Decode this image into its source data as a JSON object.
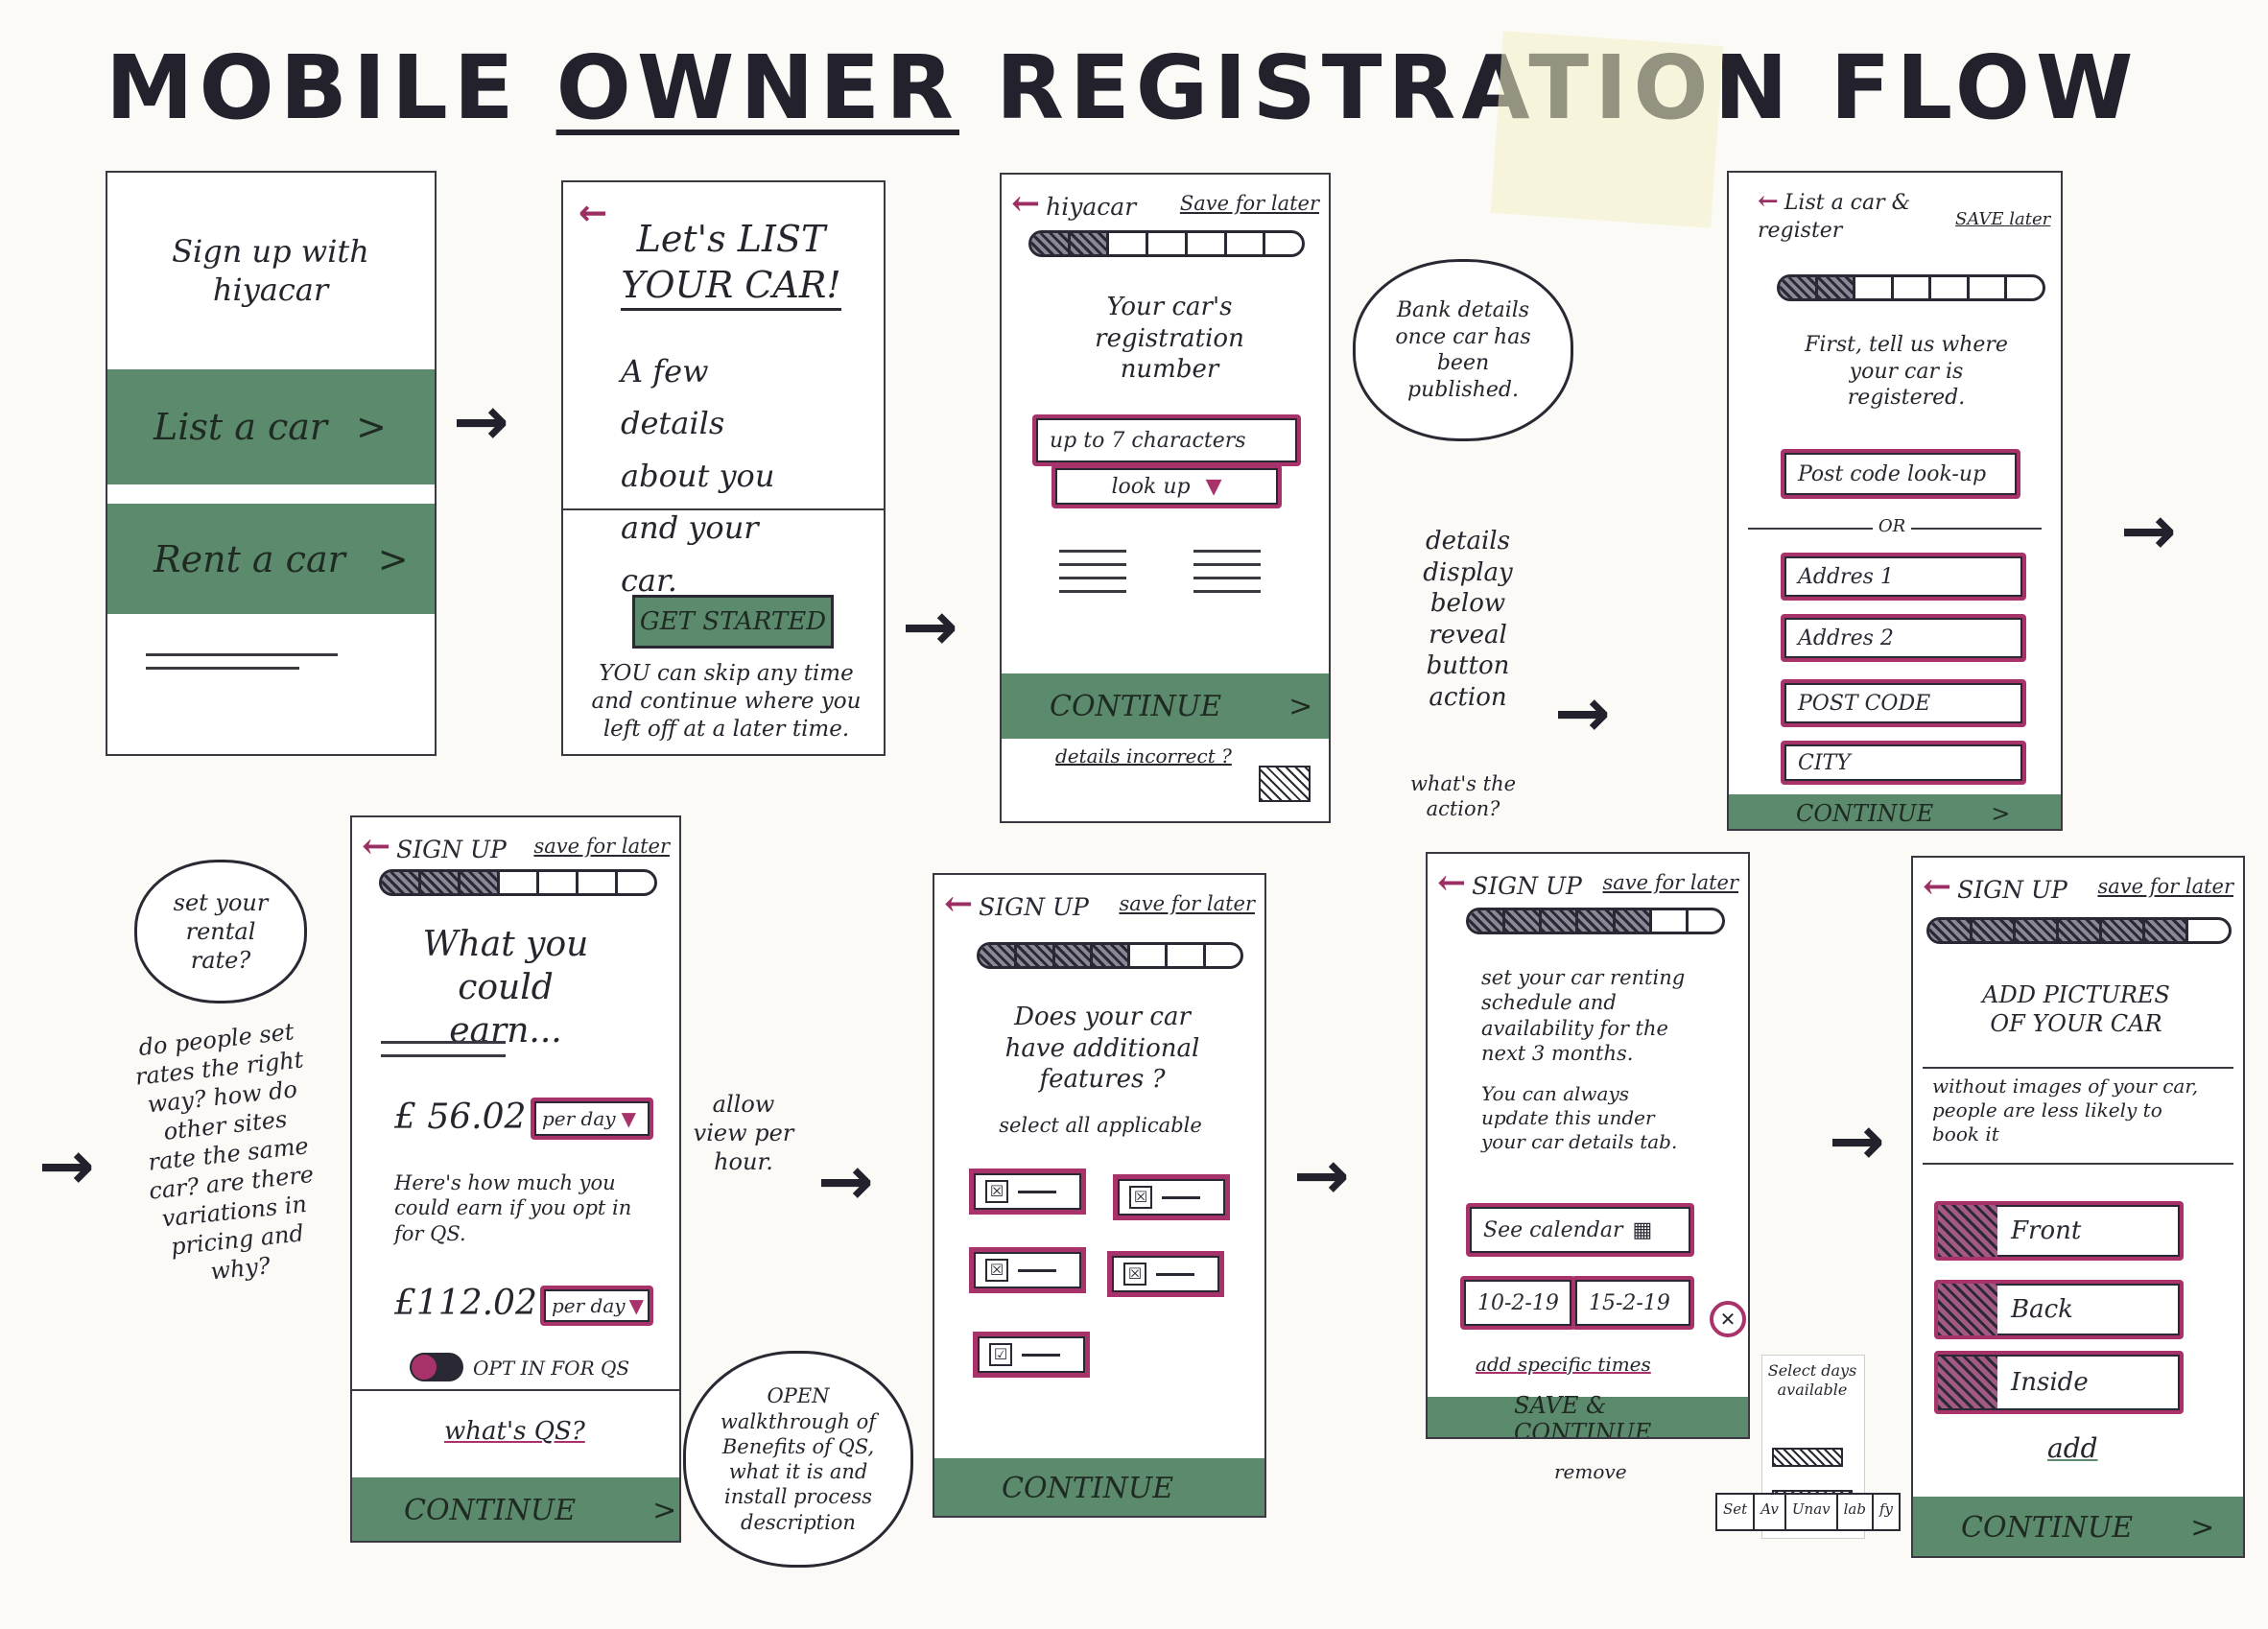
{
  "title": {
    "pre": "MOBILE ",
    "owner": "OWNER",
    "post": " REGISTRATION FLOW"
  },
  "colors": {
    "green": "#5c8a6c",
    "pink": "#a8336b",
    "ink": "#2a2833"
  },
  "screen1": {
    "text": "Sign up with hiyacar",
    "list_btn": "List a car",
    "rent_btn": "Rent a car",
    "chevron": ">"
  },
  "screen2": {
    "heading": "Let's LIST YOUR CAR!",
    "body": "A few details about you and your car.",
    "button": "GET STARTED",
    "footer": "YOU can skip any time and continue where you left off at a later time."
  },
  "screen3": {
    "back": "hiyacar",
    "save": "Save for later",
    "label": "Your car's registration number",
    "input_placeholder": "up to 7 characters",
    "lookup": "look up",
    "continue": "CONTINUE",
    "incorrect": "details incorrect ?"
  },
  "notes3": {
    "bank": "Bank details once car has been published.",
    "reveal": "details display below reveal button action",
    "action": "what's the action?"
  },
  "screen4": {
    "header": "List a car & register",
    "save": "SAVE later",
    "intro": "First, tell us where your car is registered.",
    "postcode_lookup": "Post code look-up",
    "or": "OR",
    "addr1": "Addres 1",
    "addr2": "Addres 2",
    "postcode": "POST CODE",
    "city": "CITY",
    "continue": "CONTINUE"
  },
  "screen5": {
    "back": "SIGN UP",
    "save": "save for later",
    "heading": "What you could earn...",
    "price": "£ 56.02",
    "unit": "per day",
    "explain": "Here's how much you could earn if you opt in for QS.",
    "price2": "£112.02",
    "unit2": "per day",
    "optin": "OPT IN FOR QS",
    "whats": "what's QS?",
    "continue": "CONTINUE"
  },
  "notes5": {
    "cloud": "set your rental rate?",
    "questions": "do people set rates the right way? how do other sites rate the same car? are there variations in pricing and why?",
    "view": "allow view per hour.",
    "qs": "OPEN walkthrough of Benefits of QS, what it is and install process description"
  },
  "screen6": {
    "back": "SIGN UP",
    "save": "save for later",
    "question": "Does your car have additional features ?",
    "select": "select all applicable",
    "continue": "CONTINUE"
  },
  "screen7": {
    "back": "SIGN UP",
    "save": "save for later",
    "intro": "set your car renting schedule and availability for the next 3 months.",
    "note": "You can always update this under your car details tab.",
    "calendar": "See calendar",
    "date1": "10-2-19",
    "date2": "15-2-19",
    "specific": "add specific times",
    "save_continue": "SAVE & CONTINUE",
    "remove": "remove",
    "popup": "Select days available",
    "tabs": [
      "Set",
      "Av",
      "Unav",
      "lab",
      "fy"
    ]
  },
  "screen8": {
    "back": "SIGN UP",
    "save": "save for later",
    "heading": "ADD PICTURES OF YOUR CAR",
    "note": "without images of your car, people are less likely to book it",
    "front": "Front",
    "back_label": "Back",
    "inside": "Inside",
    "add": "add",
    "continue": "CONTINUE"
  }
}
